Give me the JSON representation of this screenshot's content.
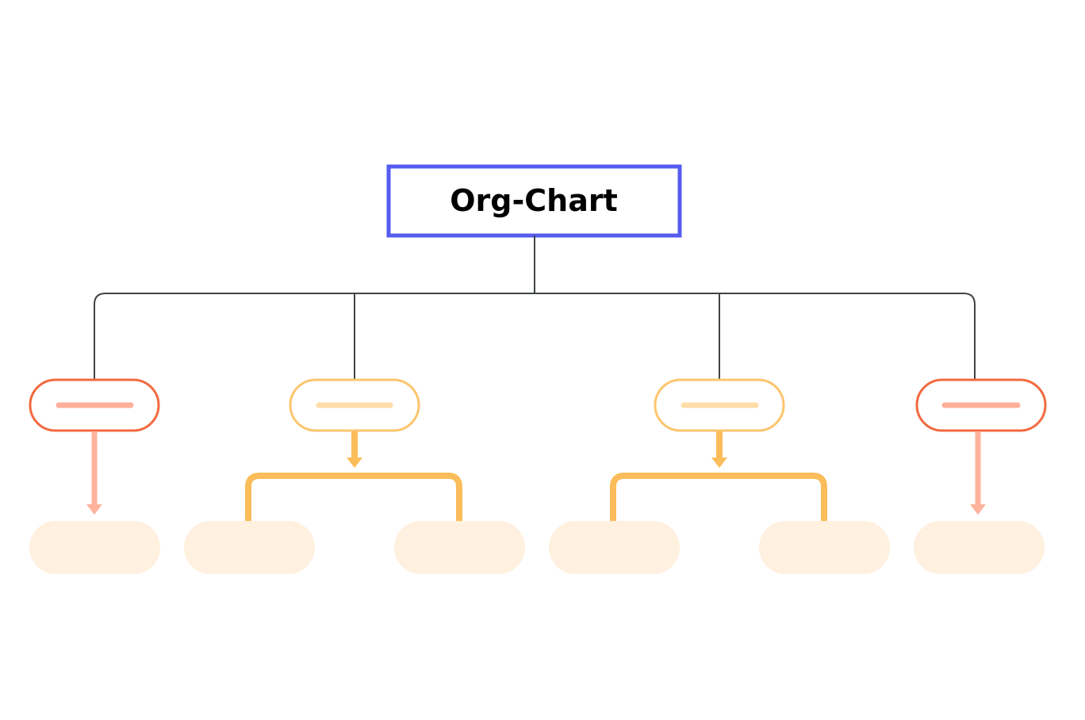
{
  "root": {
    "title": "Org-Chart"
  },
  "colors": {
    "root_border": "#565CF0",
    "connector": "#3F4446",
    "coral_border": "#F26A3F",
    "coral_bar": "#FFB09A",
    "amber_border": "#FCC56E",
    "amber_bar": "#FFDDA8",
    "coral_arrow": "#FFB29C",
    "amber_arrow": "#FBBC5A",
    "leaf_fill": "#FFF0DF"
  },
  "nodes": {
    "level1": [
      {
        "id": "n1",
        "style": "coral"
      },
      {
        "id": "n2",
        "style": "amber"
      },
      {
        "id": "n3",
        "style": "amber"
      },
      {
        "id": "n4",
        "style": "coral"
      }
    ],
    "leaves": [
      {
        "id": "l1",
        "parent": "n1"
      },
      {
        "id": "l2",
        "parent": "n2"
      },
      {
        "id": "l3",
        "parent": "n2"
      },
      {
        "id": "l4",
        "parent": "n3"
      },
      {
        "id": "l5",
        "parent": "n3"
      },
      {
        "id": "l6",
        "parent": "n4"
      }
    ]
  }
}
